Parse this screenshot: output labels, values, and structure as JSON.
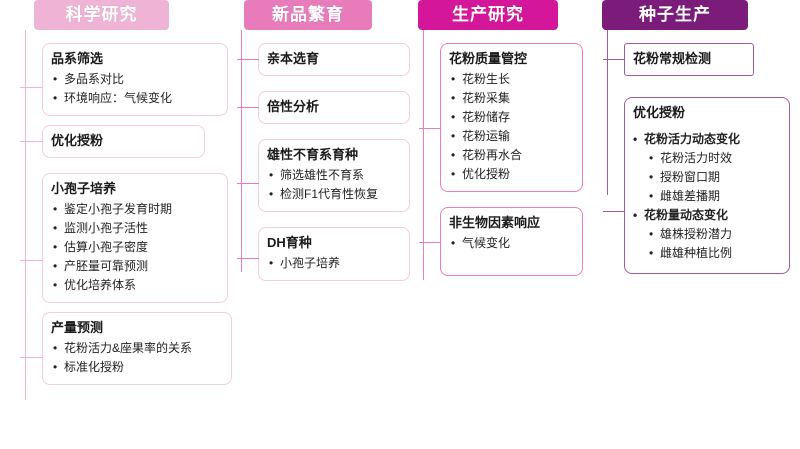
{
  "diagram": {
    "title": "",
    "colors": {
      "col0_header_bg": "#efb4d5",
      "col1_header_bg": "#e87cba",
      "col2_header_bg": "#d4179a",
      "col3_header_bg": "#7b1c7b",
      "pink_border": "#f3cde1",
      "magenta_border": "#e87ebd",
      "purple_border": "#a05ba0",
      "connector_pink": "#efb4d5",
      "connector_magenta": "#e87ebd",
      "connector_purple": "#a05ba0"
    },
    "columns": [
      {
        "id": "science-research",
        "header": "科学研究",
        "nodes": [
          {
            "title": "品系筛选",
            "items": [
              "多品系对比",
              "环境响应：气候变化"
            ]
          },
          {
            "title": "优化授粉",
            "items": []
          },
          {
            "title": "小孢子培养",
            "items": [
              "鉴定小孢子发育时期",
              "监测小孢子活性",
              "估算小孢子密度",
              "产胚量可靠预测",
              "优化培养体系"
            ]
          },
          {
            "title": "产量预测",
            "items": [
              "花粉活力&座果率的关系",
              "标准化授粉"
            ]
          }
        ]
      },
      {
        "id": "new-variety-breeding",
        "header": "新品繁育",
        "nodes": [
          {
            "title": "亲本选育",
            "items": []
          },
          {
            "title": "倍性分析",
            "items": []
          },
          {
            "title": "雄性不育系育种",
            "items": [
              "筛选雄性不育系",
              "检测F1代育性恢复"
            ]
          },
          {
            "title": "DH育种",
            "items": [
              "小孢子培养"
            ]
          }
        ]
      },
      {
        "id": "production-research",
        "header": "生产研究",
        "nodes": [
          {
            "title": "花粉质量管控",
            "items": [
              "花粉生长",
              "花粉采集",
              "花粉储存",
              "花粉运输",
              "花粉再水合",
              "优化授粉"
            ]
          },
          {
            "title": "非生物因素响应",
            "items": [
              "气候变化"
            ]
          }
        ]
      },
      {
        "id": "seed-production",
        "header": "种子生产",
        "nodes": [
          {
            "title": "花粉常规检测",
            "items": []
          },
          {
            "title": "优化授粉",
            "items": [
              "花粉活力动态变化",
              "花粉活力时效",
              "授粉窗口期",
              "雌雄差播期",
              "花粉量动态变化",
              "雄株授粉潜力",
              "雌雄种植比例"
            ],
            "item_levels": [
              1,
              2,
              2,
              2,
              1,
              2,
              2
            ]
          }
        ]
      }
    ]
  }
}
